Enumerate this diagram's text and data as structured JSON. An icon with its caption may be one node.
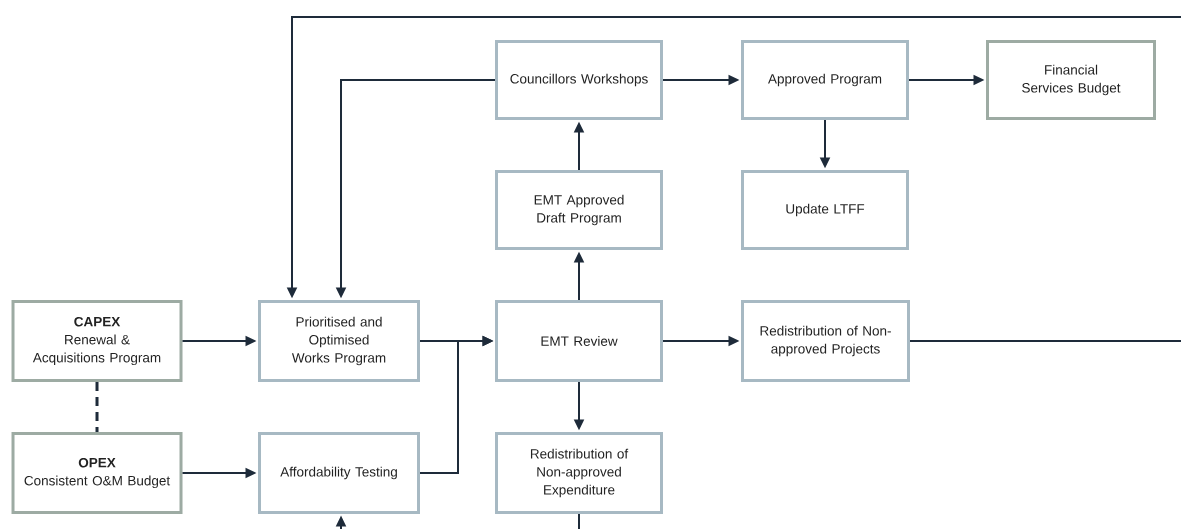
{
  "diagram": {
    "nodes": [
      {
        "text": [
          "Councillors Workshops"
        ]
      },
      {
        "text": [
          "Approved Program"
        ]
      },
      {
        "text": [
          "Financial Services Budget"
        ]
      },
      {
        "text": [
          "EMT Approved Draft Program"
        ]
      },
      {
        "text": [
          "Update LTFF"
        ]
      },
      {
        "text": [
          "CAPEX",
          "Renewal & Acquisitions Program"
        ]
      },
      {
        "text": [
          "Prioritised and Optimised Works Program"
        ]
      },
      {
        "text": [
          "EMT Review"
        ]
      },
      {
        "text": [
          "Redistribution of Non-approved Projects"
        ]
      },
      {
        "text": [
          "OPEX",
          "Consistent O&M Budget"
        ]
      },
      {
        "text": [
          "Affordability Testing"
        ]
      },
      {
        "text": [
          "Redistribution of Non-approved Expenditure"
        ]
      }
    ],
    "edges": [
      {
        "from": 0,
        "to": 1,
        "arrow": "to"
      },
      {
        "from": 1,
        "to": 2,
        "arrow": "to"
      },
      {
        "from": 1,
        "to": 4,
        "arrow": "to"
      },
      {
        "from": 3,
        "to": 0,
        "arrow": "to"
      },
      {
        "from": 7,
        "to": 3,
        "arrow": "to"
      },
      {
        "from": 5,
        "to": 6,
        "arrow": "to"
      },
      {
        "from": 6,
        "to": 7,
        "arrow": "to"
      },
      {
        "from": 10,
        "to": 7,
        "arrow": "to"
      },
      {
        "from": 7,
        "to": 8,
        "arrow": "to"
      },
      {
        "from": 7,
        "to": 11,
        "arrow": "to"
      },
      {
        "from": 9,
        "to": 10,
        "arrow": "to"
      },
      {
        "from": 5,
        "to": 9,
        "arrow": "none",
        "style": "dashed"
      },
      {
        "from": 0,
        "to": 6,
        "arrow": "to"
      },
      {
        "from": 8,
        "to": 6,
        "arrow": "to"
      },
      {
        "from": 11,
        "to": 10,
        "arrow": "to"
      }
    ]
  }
}
